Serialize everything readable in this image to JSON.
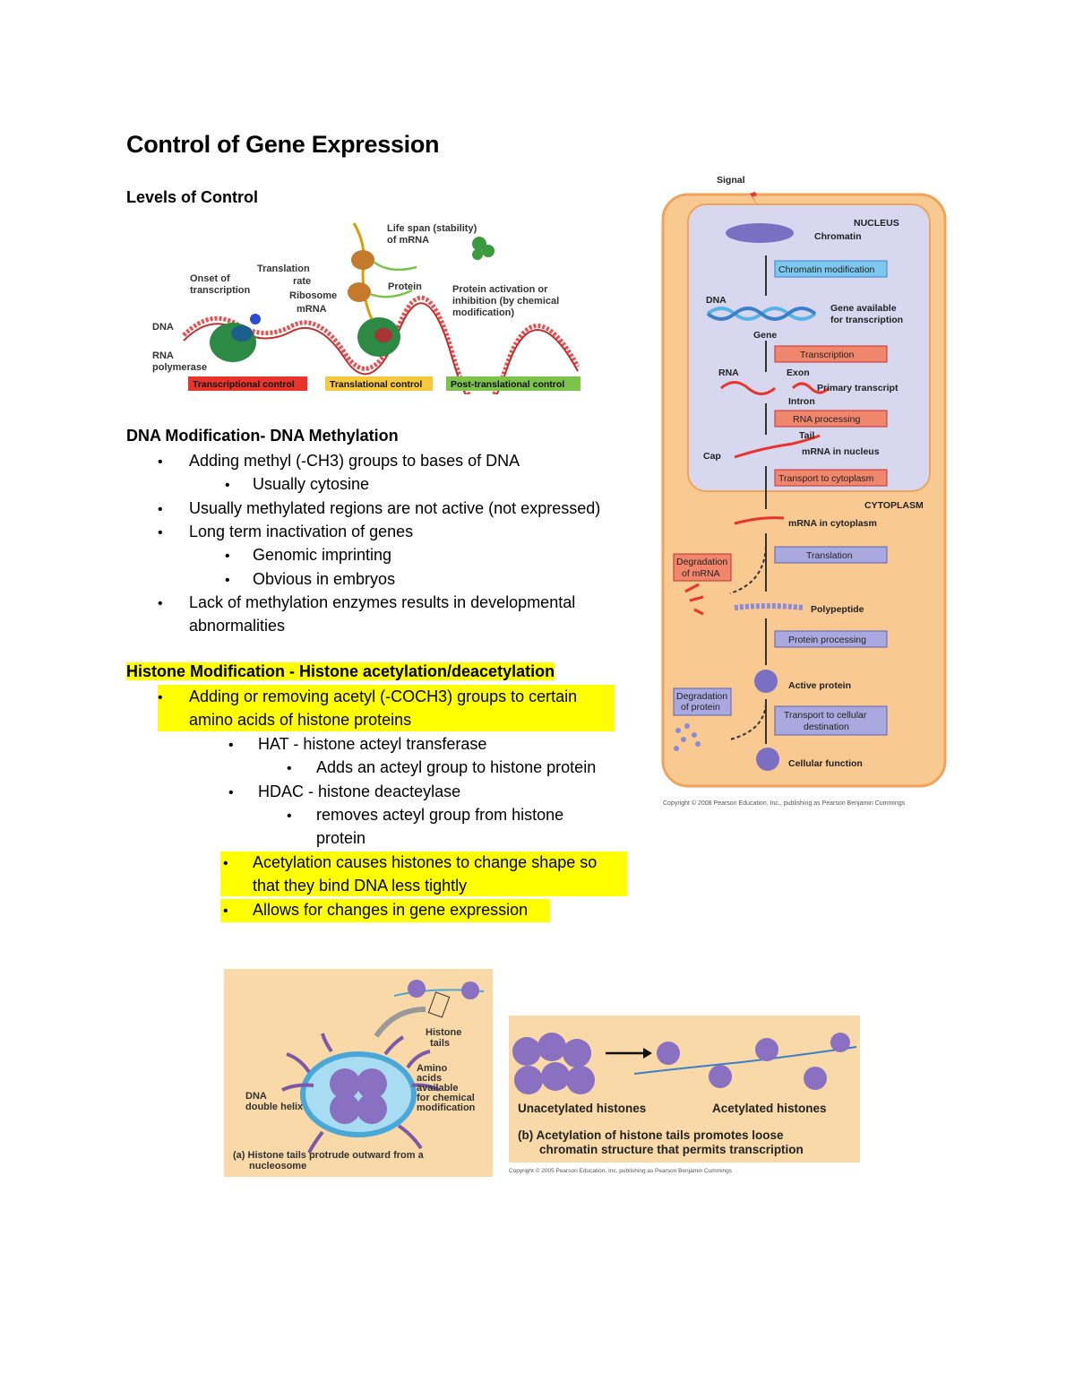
{
  "doc": {
    "title": "Control of Gene Expression",
    "levels_heading": "Levels of Control",
    "dna_heading": "DNA Modification- DNA Methylation",
    "dna_lines": [
      "Adding methyl (-CH3) groups to bases of DNA",
      "Usually cytosine",
      "Usually methylated regions are not active (not expressed)",
      "Long term inactivation of genes",
      "Genomic imprinting",
      "Obvious in embryos",
      "Lack of methylation enzymes results in developmental",
      "abnormalities"
    ],
    "histone_heading": "Histone Modification - Histone acetylation/deacetylation",
    "histone_lines": [
      "Adding or removing acetyl (-COCH3) groups to certain",
      "amino acids of histone proteins",
      "HAT - histone acteyl transferase",
      "Adds an acteyl group to histone protein",
      "HDAC - histone deacteylase",
      "removes acteyl group from histone",
      "protein",
      "Acetylation causes histones to change shape so",
      "that they bind DNA less tightly",
      "Allows for changes in gene expression"
    ],
    "bullet_char": "•"
  },
  "fig_levels": {
    "life_span": "Life span (stability)",
    "of_mrna": "of mRNA",
    "translation": "Translation",
    "rate": "rate",
    "ribosome": "Ribosome",
    "mrna": "mRNA",
    "protein": "Protein",
    "onset": "Onset of",
    "transcription": "transcription",
    "dna": "DNA",
    "rna": "RNA",
    "polymerase": "polymerase",
    "pa1": "Protein activation or",
    "pa2": "inhibition (by chemical",
    "pa3": "modification)",
    "bar_transcriptional": "Transcriptional control",
    "bar_translational": "Translational control",
    "bar_post": "Post-translational control",
    "colors": {
      "transcriptional": "#e8342a",
      "translational": "#f6c83c",
      "post": "#7dc24b"
    }
  },
  "fig_flow": {
    "signal": "Signal",
    "nucleus": "NUCLEUS",
    "chromatin": "Chromatin",
    "chromatin_mod": "Chromatin modification",
    "dna": "DNA",
    "gene_avail_1": "Gene available",
    "gene_avail_2": "for transcription",
    "gene": "Gene",
    "transcription": "Transcription",
    "rna": "RNA",
    "exon": "Exon",
    "primary_transcript": "Primary transcript",
    "intron": "Intron",
    "rna_processing": "RNA processing",
    "tail": "Tail",
    "mrna_nucleus": "mRNA in nucleus",
    "cap": "Cap",
    "transport_cyto": "Transport to cytoplasm",
    "cytoplasm": "CYTOPLASM",
    "mrna_cyto": "mRNA in cytoplasm",
    "deg_mrna_1": "Degradation",
    "deg_mrna_2": "of mRNA",
    "translation": "Translation",
    "polypeptide": "Polypeptide",
    "protein_processing": "Protein processing",
    "active_protein": "Active protein",
    "deg_prot_1": "Degradation",
    "deg_prot_2": "of protein",
    "transport_cell_1": "Transport to cellular",
    "transport_cell_2": "destination",
    "cellular_function": "Cellular function",
    "copyright": "Copyright © 2008 Pearson Education, Inc., publishing as Pearson Benjamin Cummings"
  },
  "fig_nucleosome": {
    "histone_tails_1": "Histone",
    "histone_tails_2": "tails",
    "amino_1": "Amino",
    "amino_2": "acids",
    "amino_3": "available",
    "amino_4": "for chemical",
    "amino_5": "modification",
    "dna_1": "DNA",
    "dna_2": "double helix",
    "caption_1": "(a) Histone tails protrude outward from a",
    "caption_2": "nucleosome"
  },
  "fig_acetyl": {
    "unacetylated": "Unacetylated histones",
    "acetylated": "Acetylated histones",
    "caption_1": "(b) Acetylation of histone tails promotes loose",
    "caption_2": "chromatin structure that permits transcription",
    "copyright": "Copyright © 2005 Pearson Education, Inc. publishing as Pearson Benjamin Cummings"
  }
}
